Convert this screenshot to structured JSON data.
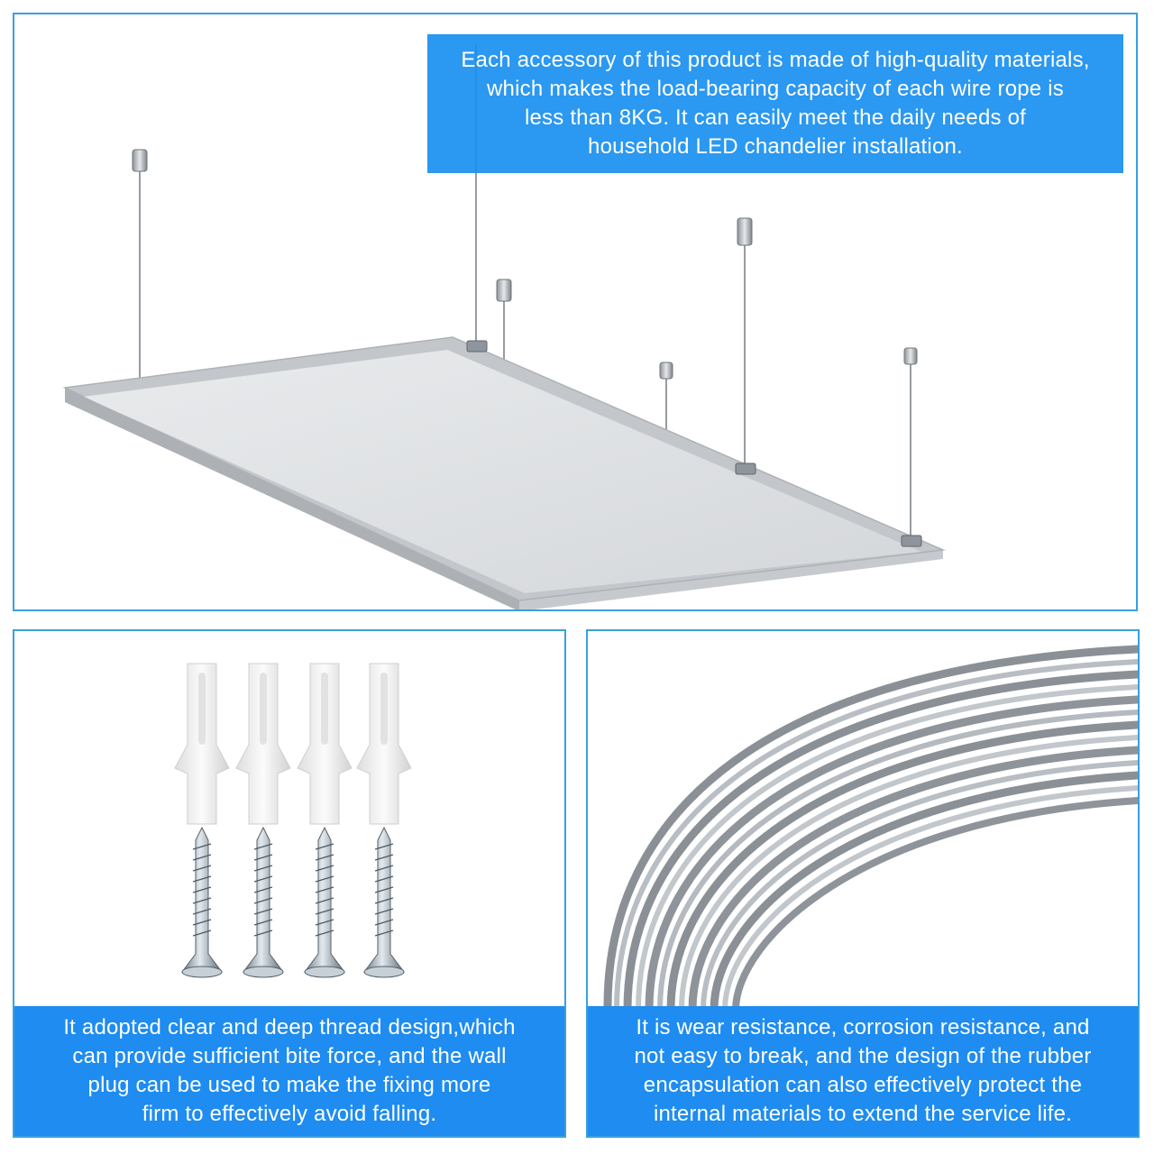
{
  "colors": {
    "accent_blue": "#1e8cf0",
    "frame_border": "#3aa0e0",
    "panel_grey": "#c9ccd0",
    "panel_face": "#e4e6e8",
    "metal": "#a8aeb5",
    "plug_white": "#f2f2f2"
  },
  "top_panel": {
    "caption": "Each accessory of this product is made of high-quality materials,\nwhich makes the load-bearing capacity of each wire rope is\nless than 8KG. It can easily meet the daily needs of\nhousehold LED chandelier installation."
  },
  "left_panel": {
    "caption": "It adopted clear and deep thread design,which\ncan provide sufficient bite force, and the wall\nplug can be used to make the fixing more\nfirm to effectively avoid falling."
  },
  "right_panel": {
    "caption": "It is wear resistance, corrosion resistance, and\nnot easy to break, and the design of the rubber\nencapsulation can also effectively protect the\ninternal materials to extend the service life."
  }
}
